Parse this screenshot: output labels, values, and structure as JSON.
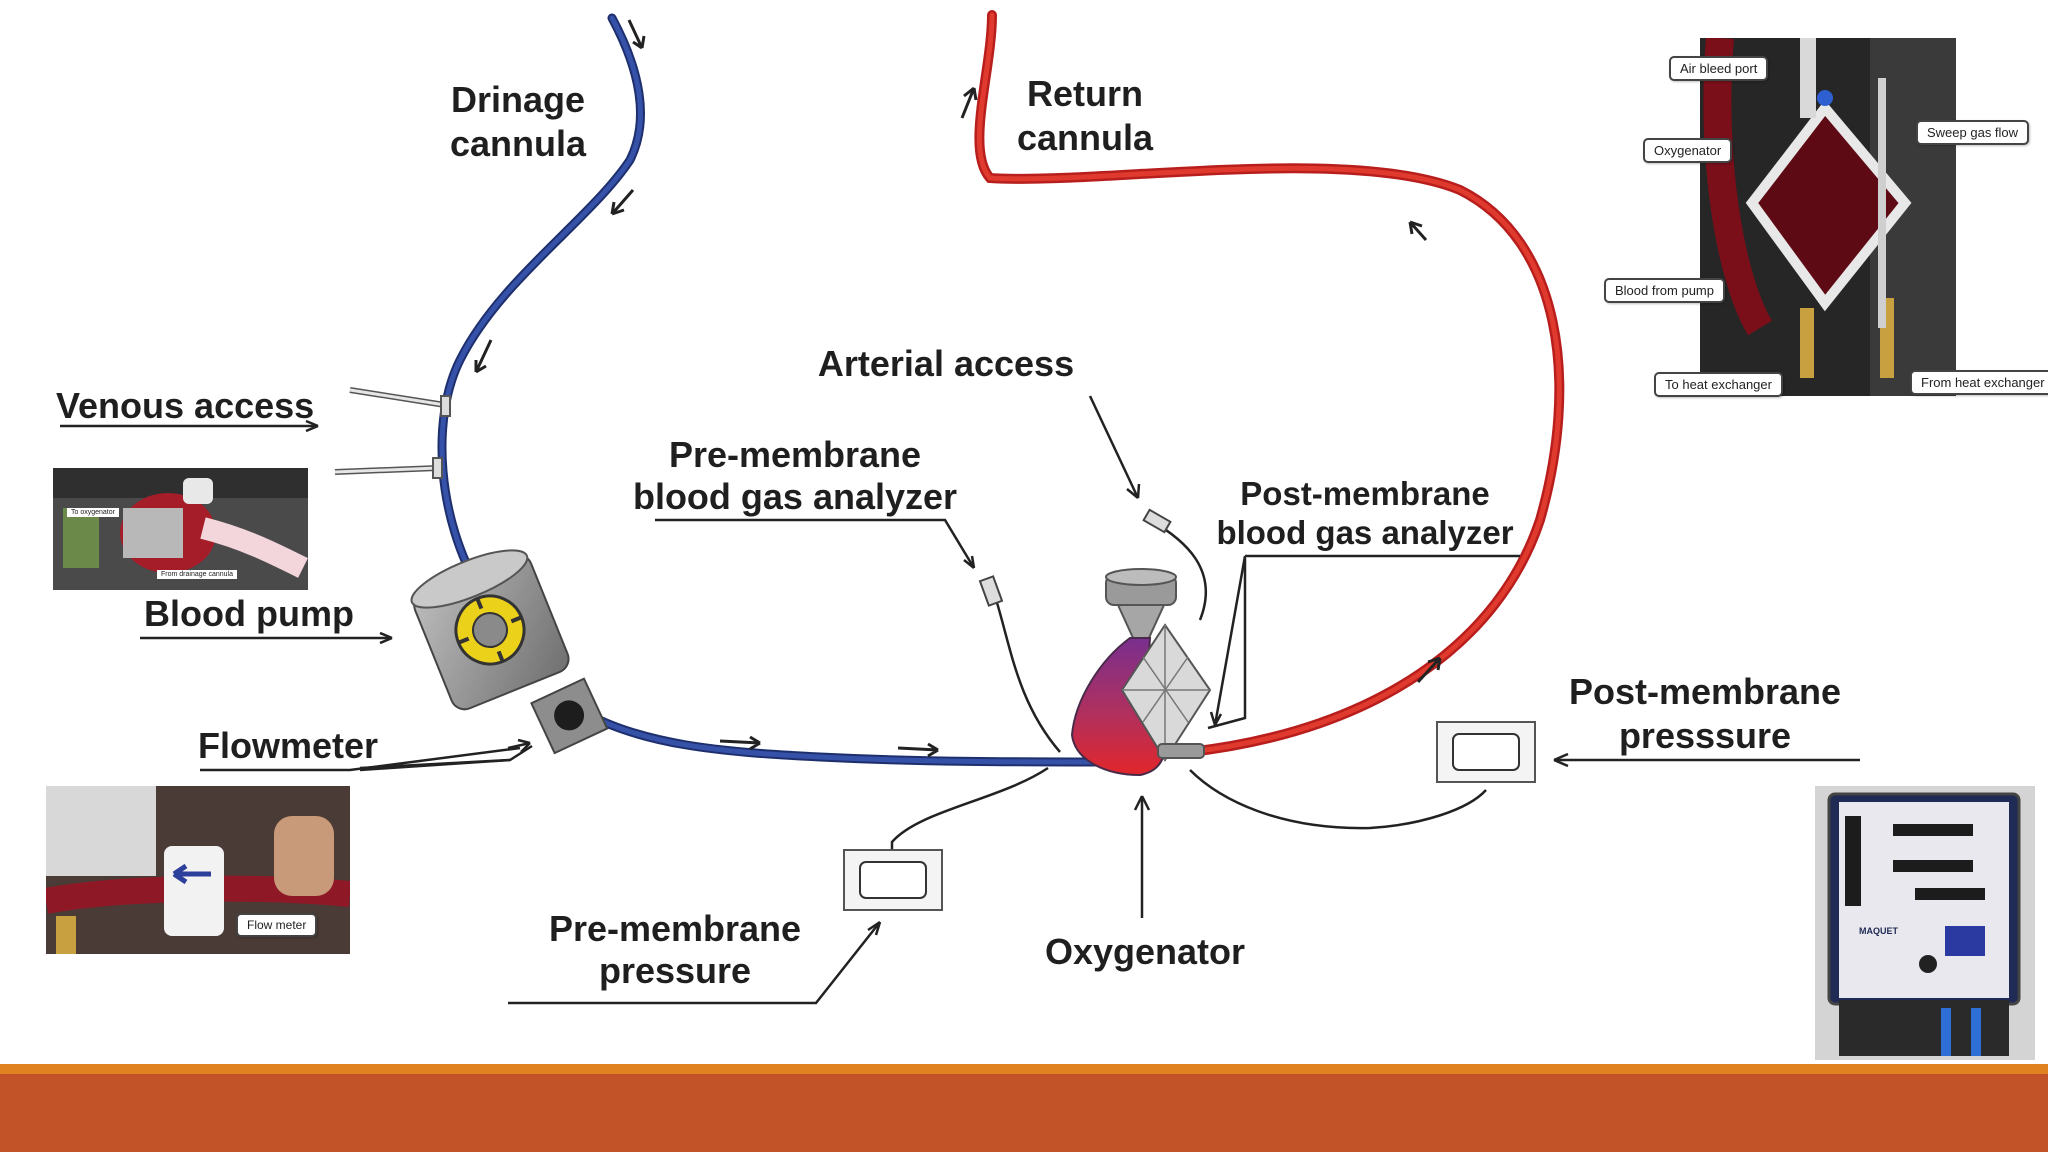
{
  "colors": {
    "venous": "#28408f",
    "arterial": "#d42a25",
    "footer_stripe": "#e0821f",
    "footer_band": "#c25228",
    "pump_yellow": "#ecd11a",
    "label": "#1f1f1f"
  },
  "diagram": {
    "drainage_cannula": "Drinage\ncannula",
    "return_cannula": "Return\ncannula",
    "venous_access": "Venous access",
    "arterial_access": "Arterial access",
    "pre_membrane_bga": "Pre-membrane\nblood gas analyzer",
    "post_membrane_bga": "Post-membrane\nblood gas analyzer",
    "blood_pump": "Blood pump",
    "flowmeter": "Flowmeter",
    "post_membrane_pressure": "Post-membrane\npresssure",
    "pre_membrane_pressure": "Pre-membrane\npressure",
    "oxygenator": "Oxygenator"
  },
  "photo_oxygenator": {
    "air_bleed_port": "Air bleed port",
    "sweep_gas_flow": "Sweep gas flow",
    "oxygenator": "Oxygenator",
    "blood_from_pump": "Blood from pump",
    "to_heat_exchanger": "To heat exchanger",
    "from_heat_exchanger": "From heat exchanger"
  },
  "photo_pump": {
    "to_oxygenator": "To oxygenator",
    "from_drainage_cannula": "From drainage cannula"
  },
  "photo_flow": {
    "flow_meter": "Flow meter"
  },
  "photo_console": {
    "brand": "MAQUET"
  }
}
